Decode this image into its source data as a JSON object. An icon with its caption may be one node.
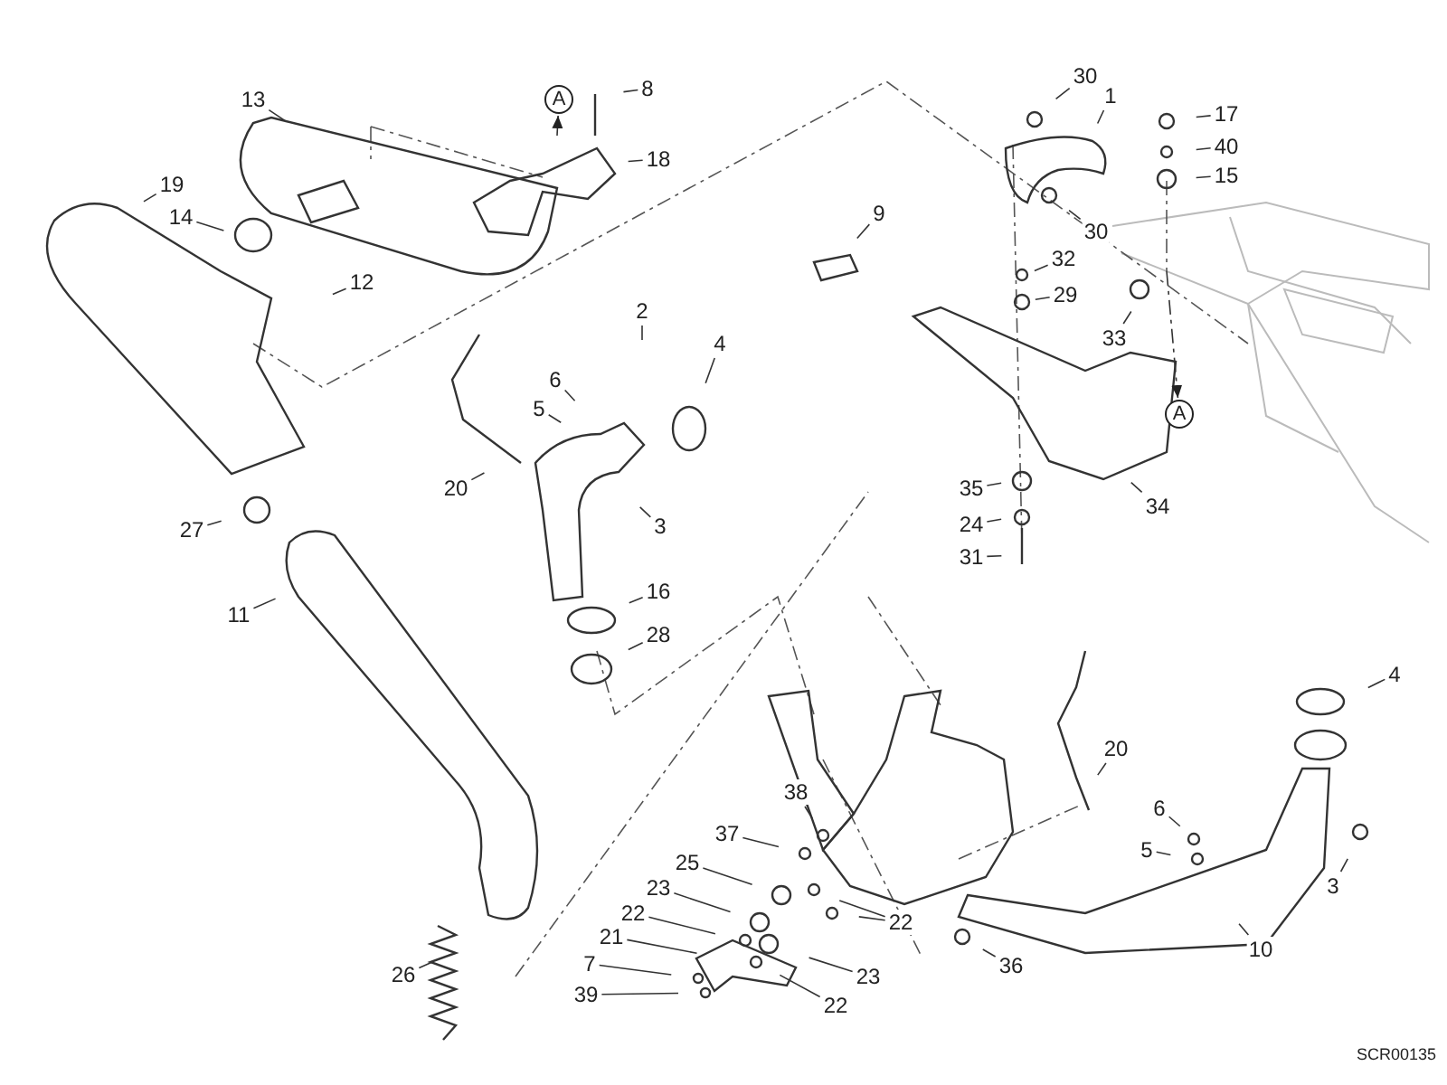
{
  "diagram": {
    "nodes": [
      {
        "text": [
          "13"
        ]
      },
      {
        "text": [
          "A"
        ]
      },
      {
        "text": [
          "8"
        ]
      },
      {
        "text": [
          "18"
        ]
      },
      {
        "text": [
          "30"
        ]
      },
      {
        "text": [
          "1"
        ]
      },
      {
        "text": [
          "17"
        ]
      },
      {
        "text": [
          "40"
        ]
      },
      {
        "text": [
          "15"
        ]
      },
      {
        "text": [
          "19"
        ]
      },
      {
        "text": [
          "14"
        ]
      },
      {
        "text": [
          "30"
        ]
      },
      {
        "text": [
          "9"
        ]
      },
      {
        "text": [
          "12"
        ]
      },
      {
        "text": [
          "32"
        ]
      },
      {
        "text": [
          "29"
        ]
      },
      {
        "text": [
          "33"
        ]
      },
      {
        "text": [
          "2"
        ]
      },
      {
        "text": [
          "4"
        ]
      },
      {
        "text": [
          "6"
        ]
      },
      {
        "text": [
          "5"
        ]
      },
      {
        "text": [
          "A"
        ]
      },
      {
        "text": [
          "20"
        ]
      },
      {
        "text": [
          "35"
        ]
      },
      {
        "text": [
          "34"
        ]
      },
      {
        "text": [
          "27"
        ]
      },
      {
        "text": [
          "3"
        ]
      },
      {
        "text": [
          "24"
        ]
      },
      {
        "text": [
          "31"
        ]
      },
      {
        "text": [
          "16"
        ]
      },
      {
        "text": [
          "11"
        ]
      },
      {
        "text": [
          "28"
        ]
      },
      {
        "text": [
          "4"
        ]
      },
      {
        "text": [
          "20"
        ]
      },
      {
        "text": [
          "6"
        ]
      },
      {
        "text": [
          "38"
        ]
      },
      {
        "text": [
          "37"
        ]
      },
      {
        "text": [
          "5"
        ]
      },
      {
        "text": [
          "25"
        ]
      },
      {
        "text": [
          "3"
        ]
      },
      {
        "text": [
          "23"
        ]
      },
      {
        "text": [
          "22"
        ]
      },
      {
        "text": [
          "22"
        ]
      },
      {
        "text": [
          "21"
        ]
      },
      {
        "text": [
          "10"
        ]
      },
      {
        "text": [
          "23"
        ]
      },
      {
        "text": [
          "7"
        ]
      },
      {
        "text": [
          "26"
        ]
      },
      {
        "text": [
          "36"
        ]
      },
      {
        "text": [
          "39"
        ]
      },
      {
        "text": [
          "22"
        ]
      }
    ],
    "edges": [
      {
        "from": 0,
        "to": null,
        "arrow": "none"
      },
      {
        "from": null,
        "to": 1,
        "arrow": "to"
      },
      {
        "from": 2,
        "to": null,
        "arrow": "none"
      },
      {
        "from": 3,
        "to": null,
        "arrow": "none"
      },
      {
        "from": 4,
        "to": null,
        "arrow": "none"
      },
      {
        "from": 5,
        "to": null,
        "arrow": "none"
      },
      {
        "from": 6,
        "to": null,
        "arrow": "none"
      },
      {
        "from": 7,
        "to": null,
        "arrow": "none"
      },
      {
        "from": 8,
        "to": null,
        "arrow": "none"
      },
      {
        "from": 9,
        "to": null,
        "arrow": "none"
      },
      {
        "from": 10,
        "to": null,
        "arrow": "none"
      },
      {
        "from": 11,
        "to": null,
        "arrow": "none"
      },
      {
        "from": 12,
        "to": null,
        "arrow": "none"
      },
      {
        "from": 13,
        "to": null,
        "arrow": "none"
      },
      {
        "from": 14,
        "to": null,
        "arrow": "none"
      },
      {
        "from": 15,
        "to": null,
        "arrow": "none"
      },
      {
        "from": 16,
        "to": null,
        "arrow": "none"
      },
      {
        "from": 17,
        "to": null,
        "arrow": "none"
      },
      {
        "from": 18,
        "to": null,
        "arrow": "none"
      },
      {
        "from": 19,
        "to": null,
        "arrow": "none"
      },
      {
        "from": 20,
        "to": null,
        "arrow": "none"
      },
      {
        "from": null,
        "to": 21,
        "arrow": "to",
        "style": "dashed"
      },
      {
        "from": 22,
        "to": null,
        "arrow": "none"
      },
      {
        "from": 23,
        "to": null,
        "arrow": "none"
      },
      {
        "from": 24,
        "to": null,
        "arrow": "none"
      },
      {
        "from": 25,
        "to": null,
        "arrow": "none"
      },
      {
        "from": 26,
        "to": null,
        "arrow": "none"
      },
      {
        "from": 27,
        "to": null,
        "arrow": "none"
      },
      {
        "from": 28,
        "to": null,
        "arrow": "none"
      },
      {
        "from": 29,
        "to": null,
        "arrow": "none"
      },
      {
        "from": 30,
        "to": null,
        "arrow": "none"
      },
      {
        "from": 31,
        "to": null,
        "arrow": "none"
      },
      {
        "from": 32,
        "to": null,
        "arrow": "none"
      },
      {
        "from": 33,
        "to": null,
        "arrow": "none"
      },
      {
        "from": 34,
        "to": null,
        "arrow": "none"
      },
      {
        "from": 35,
        "to": null,
        "arrow": "none"
      },
      {
        "from": 36,
        "to": null,
        "arrow": "none"
      },
      {
        "from": 37,
        "to": null,
        "arrow": "none"
      },
      {
        "from": 38,
        "to": null,
        "arrow": "none"
      },
      {
        "from": 39,
        "to": null,
        "arrow": "none"
      },
      {
        "from": 40,
        "to": null,
        "arrow": "none"
      },
      {
        "from": 41,
        "to": null,
        "arrow": "none"
      },
      {
        "from": 42,
        "to": null,
        "arrow": "none"
      },
      {
        "from": 42,
        "to": null,
        "arrow": "none"
      },
      {
        "from": 43,
        "to": null,
        "arrow": "none"
      },
      {
        "from": 44,
        "to": null,
        "arrow": "none"
      },
      {
        "from": 45,
        "to": null,
        "arrow": "none"
      },
      {
        "from": 46,
        "to": null,
        "arrow": "none"
      },
      {
        "from": 47,
        "to": null,
        "arrow": "none"
      },
      {
        "from": 48,
        "to": null,
        "arrow": "none"
      },
      {
        "from": 49,
        "to": null,
        "arrow": "none"
      },
      {
        "from": 50,
        "to": null,
        "arrow": "none"
      }
    ],
    "labels": [
      "SCR00135"
    ]
  }
}
